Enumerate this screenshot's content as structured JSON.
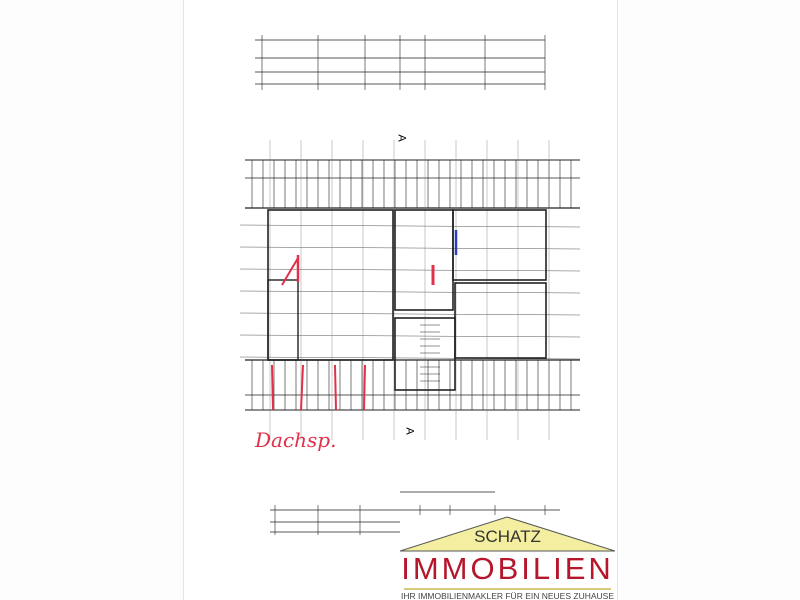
{
  "plan": {
    "section_marker": "A",
    "annotation": "Dachsp.",
    "ink_color": "#222222",
    "annotation_color": "#e0304a",
    "marker_color": "#2a3fbf"
  },
  "logo": {
    "name_top": "SCHATZ",
    "name_main": "IMMOBILIEN",
    "tagline": "IHR IMMOBILIENMAKLER FÜR EIN NEUES ZUHAUSE",
    "roof_color": "#f3eea0",
    "main_color": "#b5162b"
  }
}
